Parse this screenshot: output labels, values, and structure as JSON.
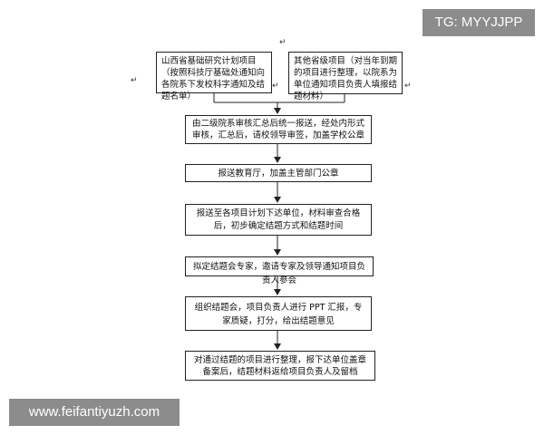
{
  "watermark_top": "TG: MYYJJPP",
  "watermark_bottom": "www.feifantiyuzh.com",
  "return_mark": "↵",
  "boxes": {
    "top_left": "山西省基础研究计划项目（按照科技厅基础处通知向各院系下发校科字通知及结题名单）",
    "top_right": "其他省级项目（对当年到期的项目进行整理，以院系为单位通知项目负责人填报结题材料）",
    "step1": "由二级院系审核汇总后统一报送，经处内形式审核，汇总后，请校领导审签，加盖学校公章",
    "step2": "报送教育厅，加盖主管部门公章",
    "step3": "报送至各项目计划下达单位，材料审查合格后，初步确定结题方式和结题时间",
    "step4": "拟定结题会专家，邀请专家及领导通知项目负责人参会",
    "step5": "组织结题会，项目负责人进行 PPT 汇报，专家质疑，打分，给出结题意见",
    "step6": "对通过结题的项目进行整理，报下达单位盖章备案后，结题材料返给项目负责人及留档"
  }
}
